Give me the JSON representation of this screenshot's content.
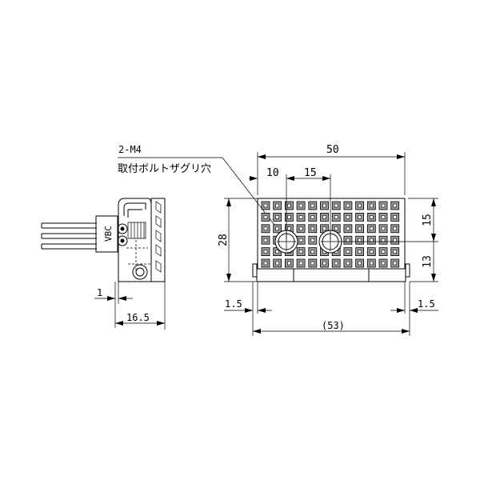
{
  "callout": {
    "line1": "2-M4",
    "line2": "取付ボルトザグリ穴"
  },
  "side_view": {
    "brand": "VBC",
    "dim_offset": "1",
    "dim_depth": "16.5"
  },
  "front_view": {
    "dim_width": "50",
    "dim_hole_offset": "10",
    "dim_hole_pitch": "15",
    "dim_height": "28",
    "dim_hole_from_top": "15",
    "dim_hole_to_bottom": "13",
    "dim_left_overhang": "1.5",
    "dim_right_overhang": "1.5",
    "dim_total_width": "(53)",
    "grid_cols": 12,
    "grid_rows": 6
  }
}
